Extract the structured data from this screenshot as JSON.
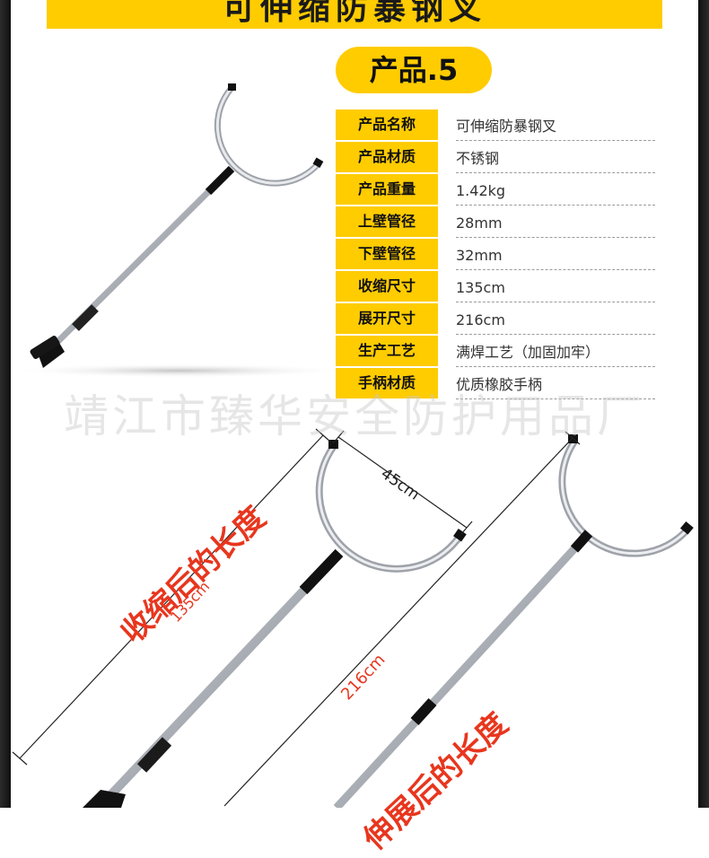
{
  "banner": {
    "title": "可伸缩防暴钢叉"
  },
  "product_badge": "产品.5",
  "specs": [
    {
      "key": "产品名称",
      "value": "可伸缩防暴钢叉"
    },
    {
      "key": "产品材质",
      "value": "不锈钢"
    },
    {
      "key": "产品重量",
      "value": "1.42kg"
    },
    {
      "key": "上壁管径",
      "value": "28mm"
    },
    {
      "key": "下壁管径",
      "value": "32mm"
    },
    {
      "key": "收缩尺寸",
      "value": "135cm"
    },
    {
      "key": "展开尺寸",
      "value": "216cm"
    },
    {
      "key": "生产工艺",
      "value": "满焊工艺（加固加牢）"
    },
    {
      "key": "手柄材质",
      "value": "优质橡胶手柄"
    }
  ],
  "watermark": "靖江市臻华安全防护用品厂",
  "dimensions": {
    "fork_width": "45cm",
    "retracted_length": "135cm",
    "extended_length": "216cm"
  },
  "captions": {
    "retracted": "收缩后的长度",
    "extended": "伸展后的长度"
  },
  "colors": {
    "accent": "#ffcc00",
    "caption_red": "#e8361e",
    "metal": "#c9ccd1"
  }
}
